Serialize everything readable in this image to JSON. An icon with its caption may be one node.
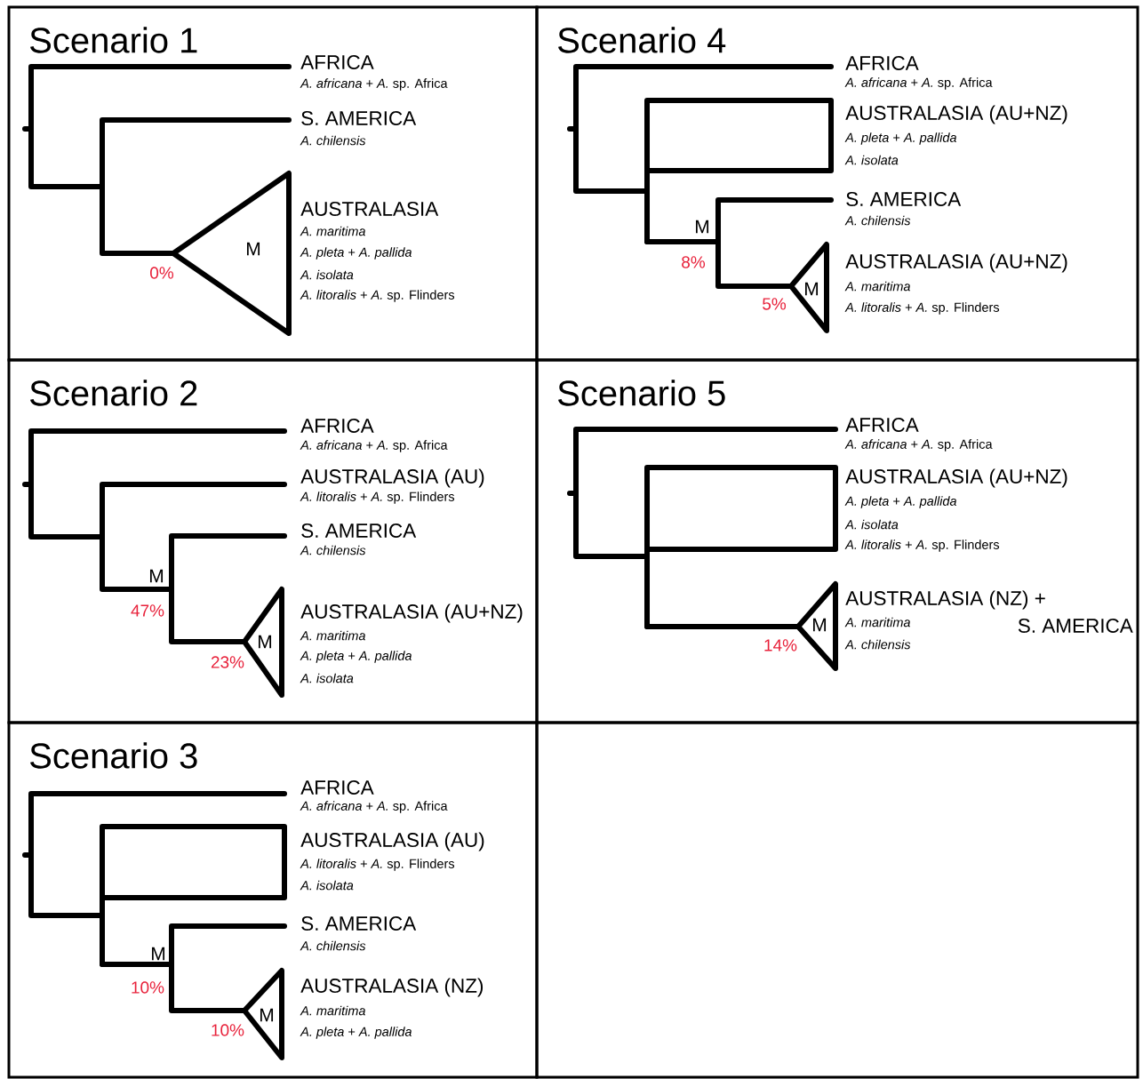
{
  "diagram": {
    "nodes": [
      {
        "text": [
          "Scenario 1"
        ]
      },
      {
        "text": [
          "Scenario 4"
        ]
      },
      {
        "text": [
          "Scenario 2"
        ]
      },
      {
        "text": [
          "Scenario 5"
        ]
      },
      {
        "text": [
          "Scenario 3"
        ]
      },
      {
        "text": [],
        "shape": "box"
      },
      {
        "text": [
          "M"
        ],
        "in": 0,
        "beside": [
          "0%"
        ]
      },
      {
        "text": [
          "M"
        ],
        "in": 1,
        "beside": [
          "5%"
        ]
      },
      {
        "text": [
          "M"
        ],
        "in": 2,
        "beside": [
          "23%"
        ]
      },
      {
        "text": [
          "M"
        ],
        "in": 3,
        "beside": [
          "14%"
        ]
      },
      {
        "text": [
          "M"
        ],
        "in": 4,
        "beside": [
          "10%"
        ]
      }
    ],
    "labels": [
      "AFRICA",
      "*A. africana* + *A.* sp. Africa",
      "S. AMERICA",
      "A. chilensis",
      "AUSTRALASIA",
      "A. maritima",
      "*A. pleta* + *A. pallida*",
      "A. isolata",
      "*A. litoralis* + *A.* sp. Flinders",
      "AFRICA",
      "*A. africana* + *A.* sp. Africa",
      "AUSTRALASIA (AU+NZ)",
      "*A. pleta* + *A. pallida*",
      "A. isolata",
      "S. AMERICA",
      "A. chilensis",
      "M",
      "8%",
      "AUSTRALASIA (AU+NZ)",
      "A. maritima",
      "*A. litoralis* + *A.* sp. Flinders",
      "AFRICA",
      "*A. africana* + *A.* sp. Africa",
      "AUSTRALASIA (AU)",
      "*A. litoralis* + *A.* sp. Flinders",
      "S. AMERICA",
      "A. chilensis",
      "M",
      "47%",
      "AUSTRALASIA (AU+NZ)",
      "A. maritima",
      "*A. pleta* + *A. pallida*",
      "A. isolata",
      "AFRICA",
      "*A. africana* + *A.* sp. Africa",
      "AUSTRALASIA (AU+NZ)",
      "*A. pleta* + *A. pallida*",
      "A. isolata",
      "*A. litoralis* + *A.* sp. Flinders",
      "AUSTRALASIA (NZ) +",
      "A. maritima",
      "S. AMERICA",
      "A. chilensis",
      "AFRICA",
      "*A. africana* + *A.* sp. Africa",
      "AUSTRALASIA (AU)",
      "*A. litoralis* + *A.* sp. Flinders",
      "A. isolata",
      "S. AMERICA",
      "A. chilensis",
      "M",
      "10%",
      "AUSTRALASIA (NZ)",
      "A. maritima",
      "*A. pleta* + *A. pallida*"
    ]
  }
}
